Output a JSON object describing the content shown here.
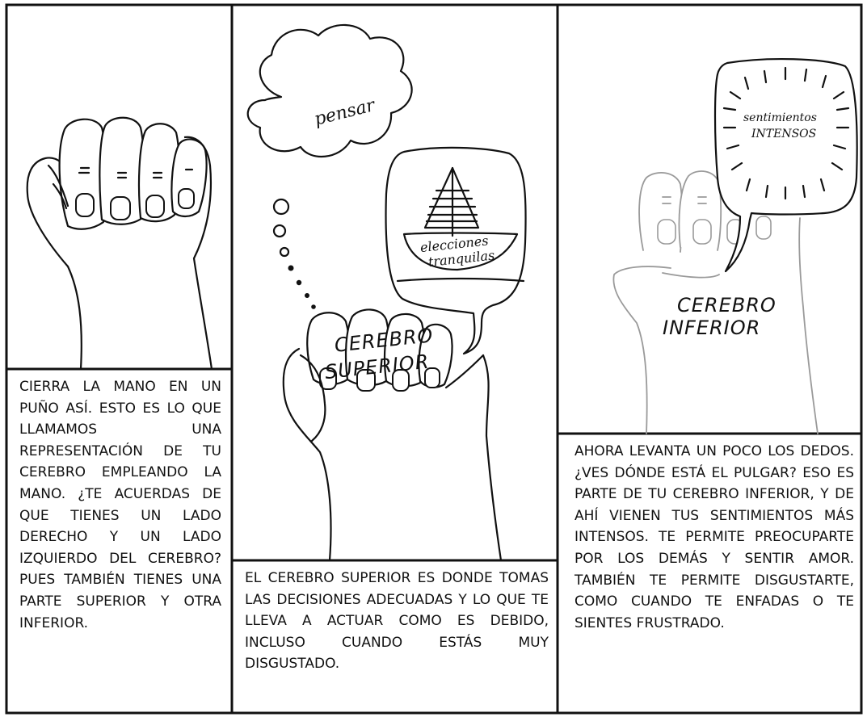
{
  "panels": [
    {
      "caption": "Cierra la mano en un puño así. Esto es lo que llamamos una representación de tu cerebro empleando la mano. ¿Te acuerdas de que tienes un lado derecho y un lado izquierdo del cerebro? Pues también tienes una parte superior y otra inferior."
    },
    {
      "thought_bubble": "pensar",
      "speech_bubble": {
        "line1": "elecciones",
        "line2": "tranquilas"
      },
      "hand_label": {
        "line1": "CEREBRO",
        "line2": "SUPERIOR"
      },
      "caption": "El cerebro superior es donde tomas las decisiones adecuadas y lo que te lleva a actuar como es debido, incluso cuando estás muy disgustado."
    },
    {
      "speech_bubble": {
        "line1": "sentimientos",
        "line2": "INTENSOS"
      },
      "hand_label": {
        "line1": "CEREBRO",
        "line2": "INFERIOR"
      },
      "caption": "Ahora levanta un poco los dedos. ¿Ves dónde está el pulgar? Eso es parte de tu cerebro inferior, y de ahí vienen tus sentimientos más intensos. Te permite preocuparte por los demás y sentir amor. También te permite disgustarte, como cuando te enfadas o te sientes frustrado."
    }
  ],
  "colors": {
    "ink": "#111111",
    "paper": "#ffffff",
    "faint_sketch": "#9a9a9a"
  }
}
